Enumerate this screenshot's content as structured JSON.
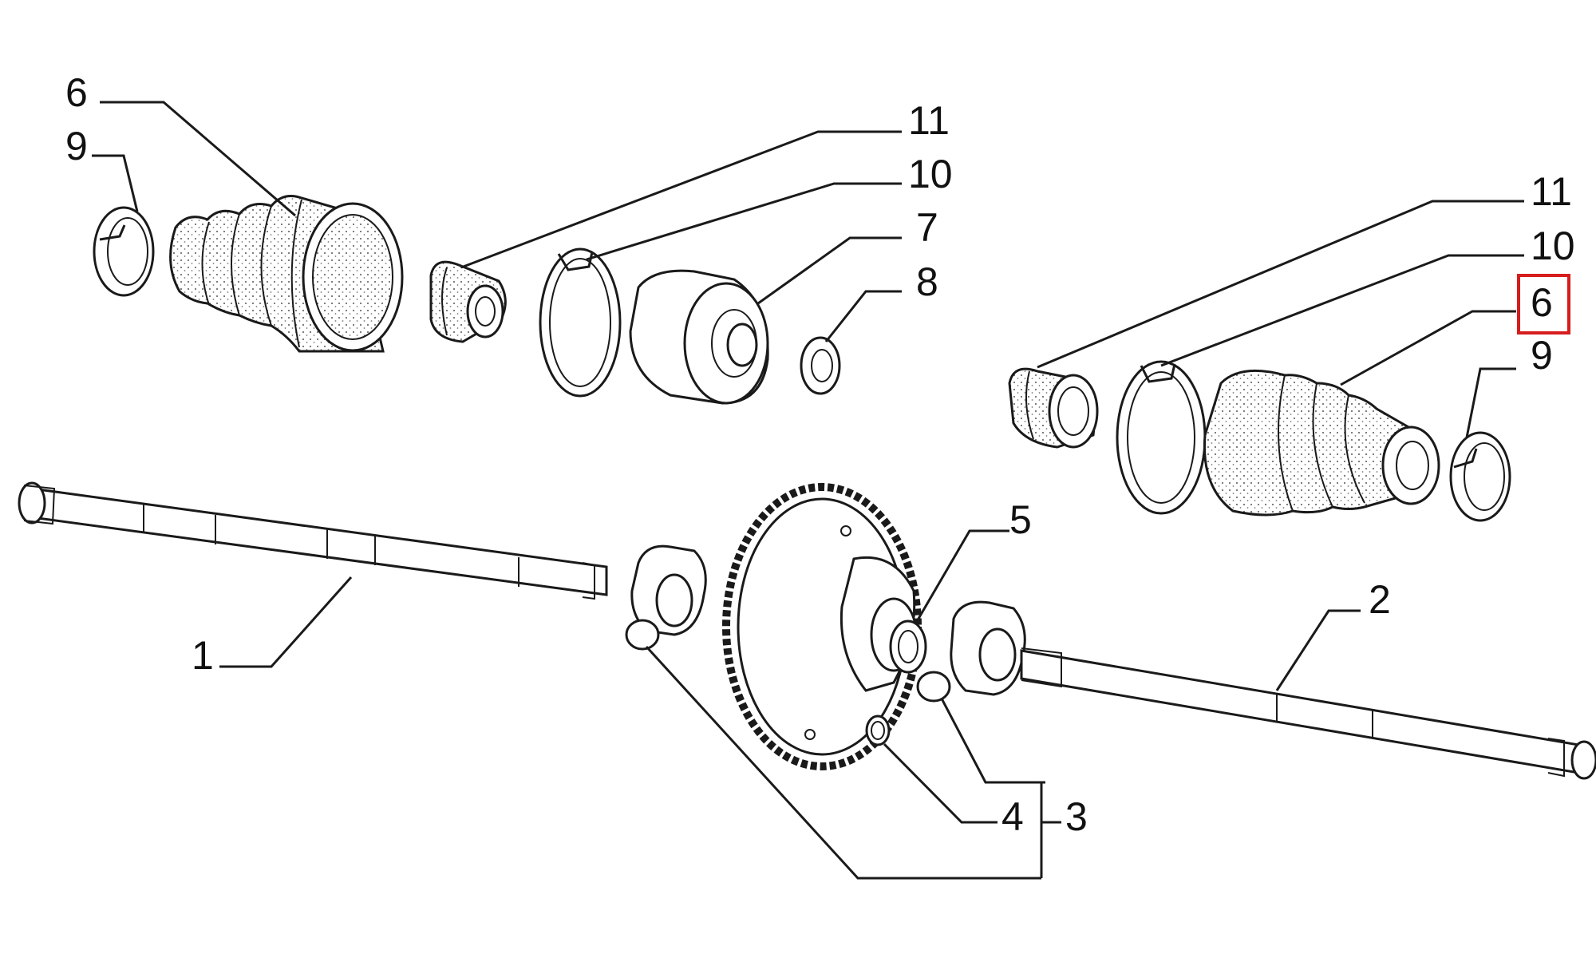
{
  "callouts": [
    {
      "key": "c6a",
      "text": "6",
      "highlighted": false
    },
    {
      "key": "c9a",
      "text": "9",
      "highlighted": false
    },
    {
      "key": "c11a",
      "text": "11",
      "highlighted": false
    },
    {
      "key": "c10a",
      "text": "10",
      "highlighted": false
    },
    {
      "key": "c7",
      "text": "7",
      "highlighted": false
    },
    {
      "key": "c8",
      "text": "8",
      "highlighted": false
    },
    {
      "key": "c11b",
      "text": "11",
      "highlighted": false
    },
    {
      "key": "c10b",
      "text": "10",
      "highlighted": false
    },
    {
      "key": "c6b",
      "text": "6",
      "highlighted": true
    },
    {
      "key": "c9b",
      "text": "9",
      "highlighted": false
    },
    {
      "key": "c5",
      "text": "5",
      "highlighted": false
    },
    {
      "key": "c2",
      "text": "2",
      "highlighted": false
    },
    {
      "key": "c1",
      "text": "1",
      "highlighted": false
    },
    {
      "key": "c4",
      "text": "4",
      "highlighted": false
    },
    {
      "key": "c3",
      "text": "3",
      "highlighted": false
    }
  ],
  "highlight_color": "#d61c1c",
  "line_color": "#1a1a1a"
}
